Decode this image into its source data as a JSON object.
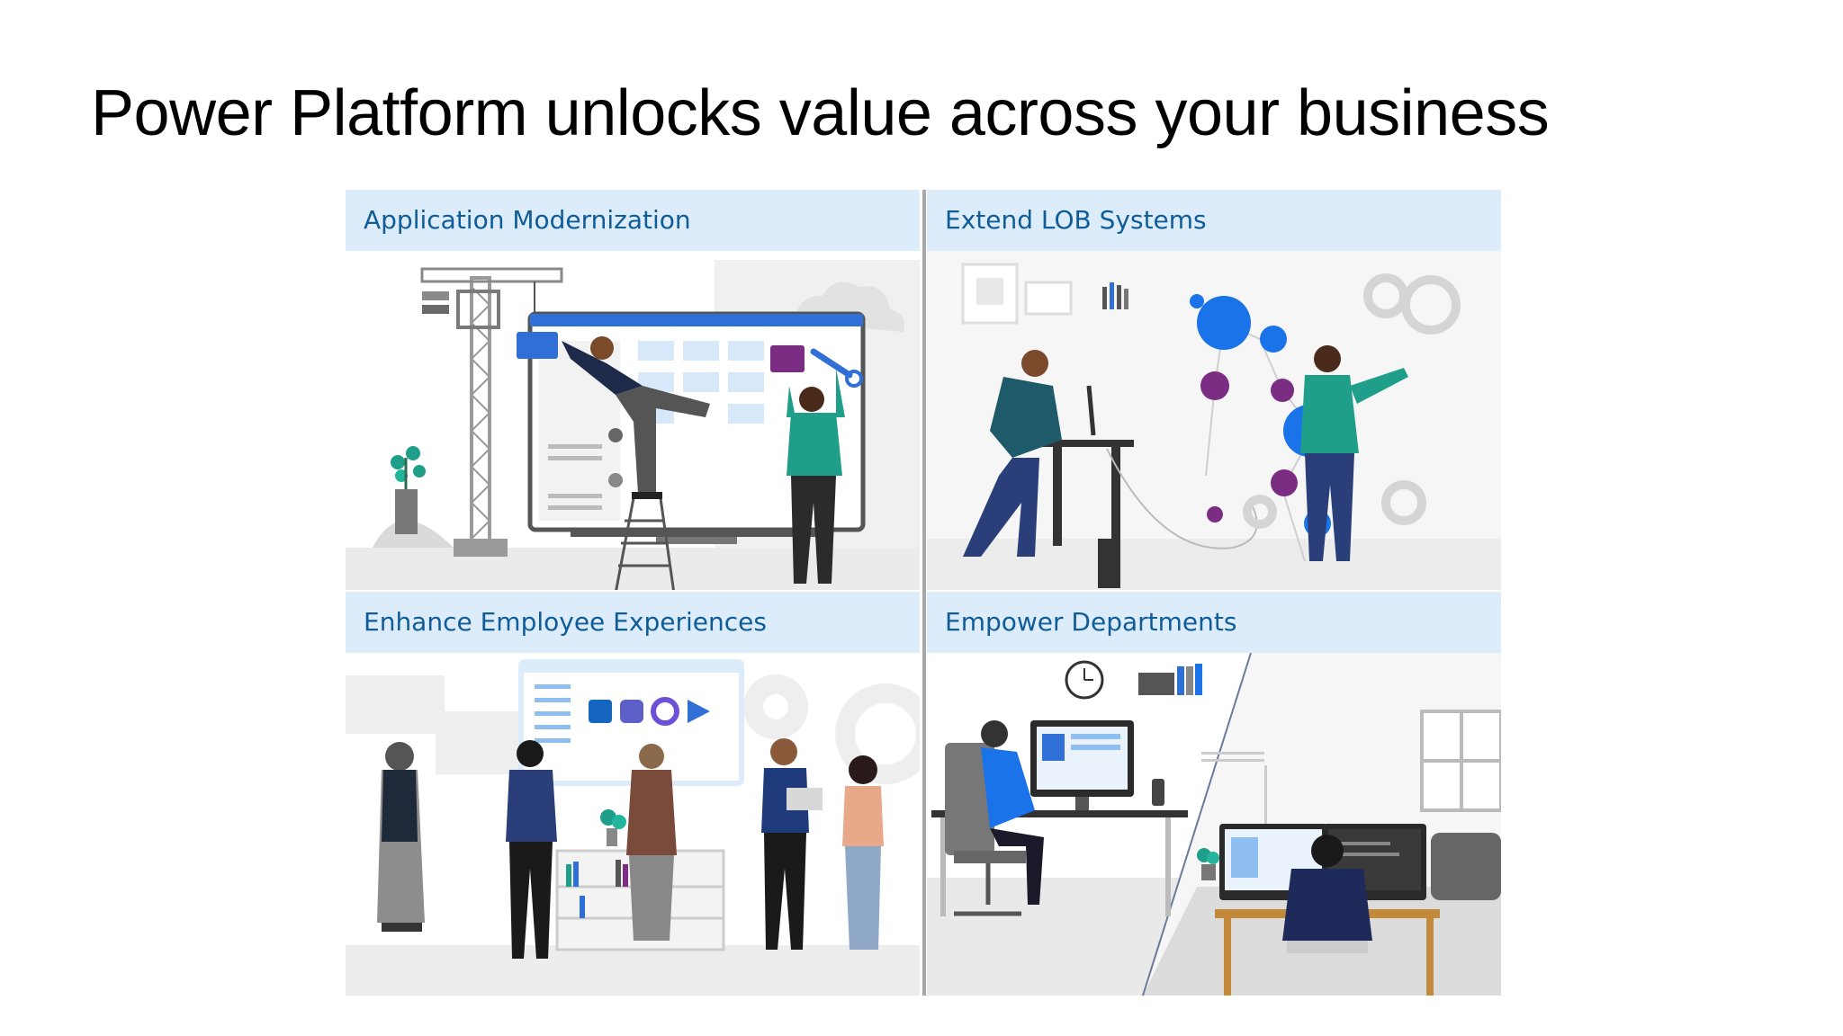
{
  "slide": {
    "title": "Power Platform unlocks value across your business"
  },
  "quadrants": [
    {
      "id": "application-modernization",
      "label": "Application Modernization",
      "illustration": "app-builders-illustration"
    },
    {
      "id": "extend-lob-systems",
      "label": "Extend LOB Systems",
      "illustration": "data-network-illustration"
    },
    {
      "id": "enhance-employee-experiences",
      "label": "Enhance Employee Experiences",
      "illustration": "team-collaboration-illustration"
    },
    {
      "id": "empower-departments",
      "label": "Empower Departments",
      "illustration": "office-workstations-illustration"
    }
  ],
  "app_icons": [
    "outlook-icon",
    "teams-icon",
    "viva-icon",
    "power-automate-icon"
  ],
  "colors": {
    "header_band": "#dcecfa",
    "header_text": "#0f5c99",
    "divider": "#a7a7a7",
    "accent_blue": "#1a73e8",
    "accent_purple": "#7b2d83",
    "accent_teal": "#1f9e8a"
  }
}
